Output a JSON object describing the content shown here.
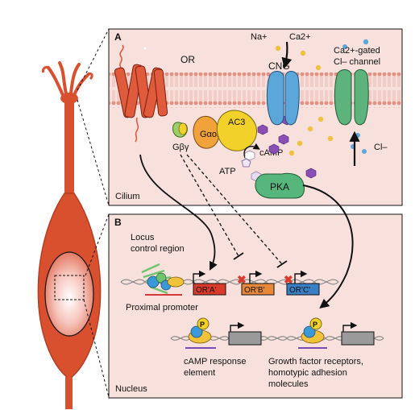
{
  "panel_a": {
    "letter": "A",
    "or_label": "OR",
    "na_label": "Na+",
    "ca_label": "Ca2+",
    "cng_label": "CNG",
    "cacl_line1": "Ca2+-gated",
    "cacl_line2": "Cl– channel",
    "ac3_label": "AC3",
    "galpha_label": "Gαolf",
    "gbg_label": "Gβγ",
    "camp_label": "cAMP",
    "atp_label": "ATP",
    "pka_label": "PKA",
    "cl_label": "Cl–",
    "cilium_label": "Cilium"
  },
  "panel_b": {
    "letter": "B",
    "locus_line1": "Locus",
    "locus_line2": "control region",
    "or_a": "OR'A'",
    "or_b": "OR'B'",
    "or_c": "OR'C'",
    "proximal": "Proximal promoter",
    "p1": "P",
    "p2": "P",
    "cre_line1": "cAMP response",
    "cre_line2": "element",
    "gf_line1": "Growth factor receptors,",
    "gf_line2": "homotypic adhesion",
    "gf_line3": "molecules",
    "nucleus_label": "Nucleus"
  },
  "colors": {
    "panel_bg": "#f8e1dc",
    "membrane": "#e58f82",
    "neuron": "#d9502e",
    "or_receptor": "#e05a3c",
    "cng_channel": "#5ba7d9",
    "cl_channel": "#5cb37c",
    "ac3": "#f2d12a",
    "galpha": "#f2a23a",
    "pka": "#57b67c",
    "camp": "#8a4fb5",
    "or_a": "#d93a2a",
    "or_b": "#e8883a",
    "or_c": "#3a7fc4"
  }
}
